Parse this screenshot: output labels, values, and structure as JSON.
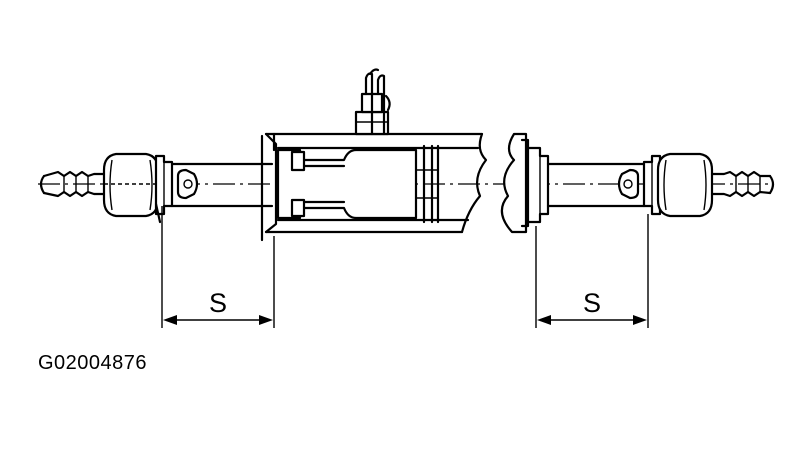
{
  "figure_id": "G02004876",
  "dimensions": {
    "left_label": "S",
    "right_label": "S"
  }
}
